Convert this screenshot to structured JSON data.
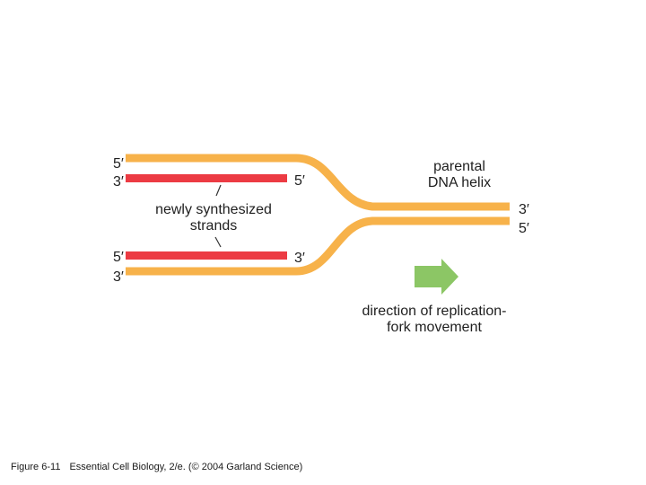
{
  "labels": {
    "top_parental_left_end": "5′",
    "top_new_left_end": "3′",
    "top_new_right_end": "5′",
    "bottom_new_left_end": "5′",
    "bottom_new_right_end": "3′",
    "bottom_parental_left_end": "3′",
    "helix_top_right_end": "3′",
    "helix_bottom_right_end": "5′",
    "parental_line1": "parental",
    "parental_line2": "DNA helix",
    "newly_line1": "newly synthesized",
    "newly_line2": "strands",
    "direction_line1": "direction of replication-",
    "direction_line2": "fork movement"
  },
  "colors": {
    "parental_strand": "#f7b24a",
    "new_strand": "#ec3b43",
    "arrow": "#8cc665"
  },
  "icons": {
    "direction_arrow": "right-arrow-icon"
  },
  "caption": {
    "figure": "Figure 6-11",
    "text": "Essential Cell Biology, 2/e. (© 2004 Garland Science)"
  }
}
